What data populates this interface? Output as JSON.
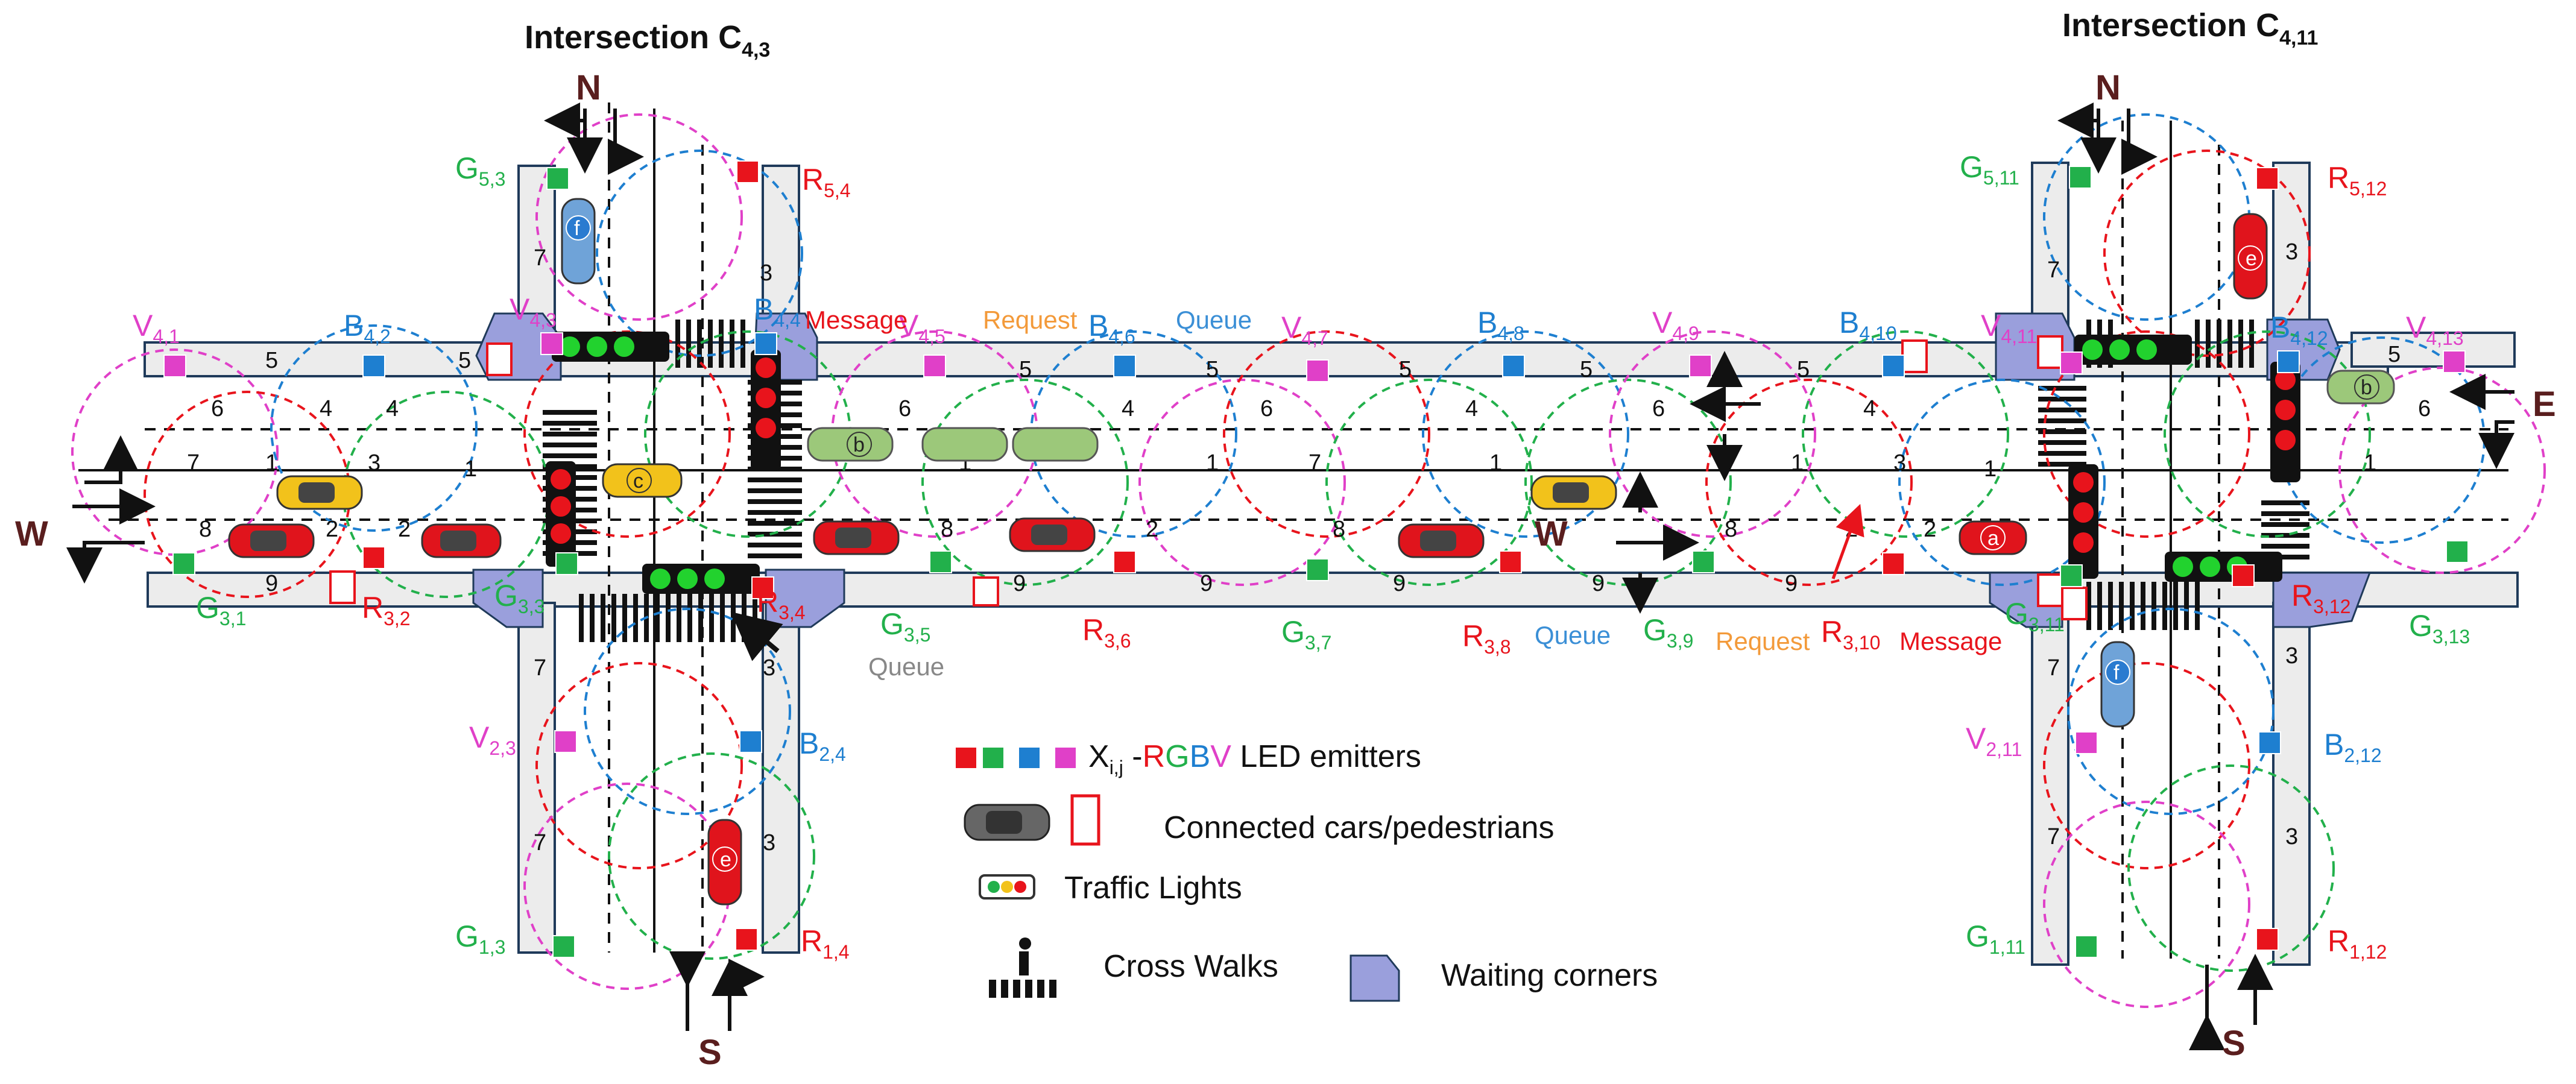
{
  "titles": {
    "left": "Intersection C4,3",
    "right": "Intersection C4,11"
  },
  "compass": {
    "n": "N",
    "s": "S",
    "w": "W",
    "e": "E"
  },
  "colors": {
    "red": "#e8141c",
    "green": "#22b04b",
    "blue": "#1e7fd0",
    "violet": "#e040c8",
    "queue": "#3b8fd6",
    "request": "#f39a3a",
    "message": "#e8141c",
    "gray": "#888888",
    "road_edge": "#1f3a5a",
    "corner": "#9a9fdc",
    "sidewalk": "#ececec"
  },
  "emitters": [
    {
      "id": "V41",
      "name": "V",
      "sub": "4,1",
      "type": "violet"
    },
    {
      "id": "B42",
      "name": "B",
      "sub": "4,2",
      "type": "blue"
    },
    {
      "id": "V43",
      "name": "V",
      "sub": "4,3",
      "type": "violet"
    },
    {
      "id": "B44",
      "name": "B",
      "sub": "4,4",
      "type": "blue"
    },
    {
      "id": "V45",
      "name": "V",
      "sub": "4,5",
      "type": "violet"
    },
    {
      "id": "B46",
      "name": "B",
      "sub": "4,6",
      "type": "blue"
    },
    {
      "id": "V47",
      "name": "V",
      "sub": "4,7",
      "type": "violet"
    },
    {
      "id": "B48",
      "name": "B",
      "sub": "4,8",
      "type": "blue"
    },
    {
      "id": "V49",
      "name": "V",
      "sub": "4,9",
      "type": "violet"
    },
    {
      "id": "B410",
      "name": "B",
      "sub": "4,10",
      "type": "blue"
    },
    {
      "id": "V411",
      "name": "V",
      "sub": "4,11",
      "type": "violet"
    },
    {
      "id": "B412",
      "name": "B",
      "sub": "4,12",
      "type": "blue"
    },
    {
      "id": "V413",
      "name": "V",
      "sub": "4,13",
      "type": "violet"
    },
    {
      "id": "G31",
      "name": "G",
      "sub": "3,1",
      "type": "green"
    },
    {
      "id": "R32",
      "name": "R",
      "sub": "3,2",
      "type": "red"
    },
    {
      "id": "G33",
      "name": "G",
      "sub": "3,3",
      "type": "green"
    },
    {
      "id": "R34",
      "name": "R",
      "sub": "3,4",
      "type": "red"
    },
    {
      "id": "G35",
      "name": "G",
      "sub": "3,5",
      "type": "green"
    },
    {
      "id": "R36",
      "name": "R",
      "sub": "3,6",
      "type": "red"
    },
    {
      "id": "G37",
      "name": "G",
      "sub": "3,7",
      "type": "green"
    },
    {
      "id": "R38",
      "name": "R",
      "sub": "3,8",
      "type": "red"
    },
    {
      "id": "G39",
      "name": "G",
      "sub": "3,9",
      "type": "green"
    },
    {
      "id": "R310",
      "name": "R",
      "sub": "3,10",
      "type": "red"
    },
    {
      "id": "G311",
      "name": "G",
      "sub": "3,11",
      "type": "green"
    },
    {
      "id": "R312",
      "name": "R",
      "sub": "3,12",
      "type": "red"
    },
    {
      "id": "G313",
      "name": "G",
      "sub": "3,13",
      "type": "green"
    },
    {
      "id": "G53",
      "name": "G",
      "sub": "5,3",
      "type": "green"
    },
    {
      "id": "R54",
      "name": "R",
      "sub": "5,4",
      "type": "red"
    },
    {
      "id": "V23",
      "name": "V",
      "sub": "2,3",
      "type": "violet"
    },
    {
      "id": "B24",
      "name": "B",
      "sub": "2,4",
      "type": "blue"
    },
    {
      "id": "G13",
      "name": "G",
      "sub": "1,3",
      "type": "green"
    },
    {
      "id": "R14",
      "name": "R",
      "sub": "1,4",
      "type": "red"
    },
    {
      "id": "G511",
      "name": "G",
      "sub": "5,11",
      "type": "green"
    },
    {
      "id": "R512",
      "name": "R",
      "sub": "5,12",
      "type": "red"
    },
    {
      "id": "V211",
      "name": "V",
      "sub": "2,11",
      "type": "violet"
    },
    {
      "id": "B212",
      "name": "B",
      "sub": "2,12",
      "type": "blue"
    },
    {
      "id": "G111",
      "name": "G",
      "sub": "1,11",
      "type": "green"
    },
    {
      "id": "R112",
      "name": "R",
      "sub": "1,12",
      "type": "red"
    }
  ],
  "annotations": {
    "message": "Message",
    "request": "Request",
    "queue": "Queue"
  },
  "car_labels": [
    "a",
    "b",
    "c",
    "e",
    "f"
  ],
  "legend": {
    "emitters_prefix": "X",
    "emitters_sub": "i,j",
    "emitters_dash": " -",
    "emitters_r": "R",
    "emitters_g": "G",
    "emitters_b": "B",
    "emitters_v": "V",
    "emitters_text": " LED emitters",
    "connected": "Connected cars/pedestrians",
    "lights": "Traffic Lights",
    "crosswalks": "Cross Walks",
    "corners": "Waiting corners"
  }
}
